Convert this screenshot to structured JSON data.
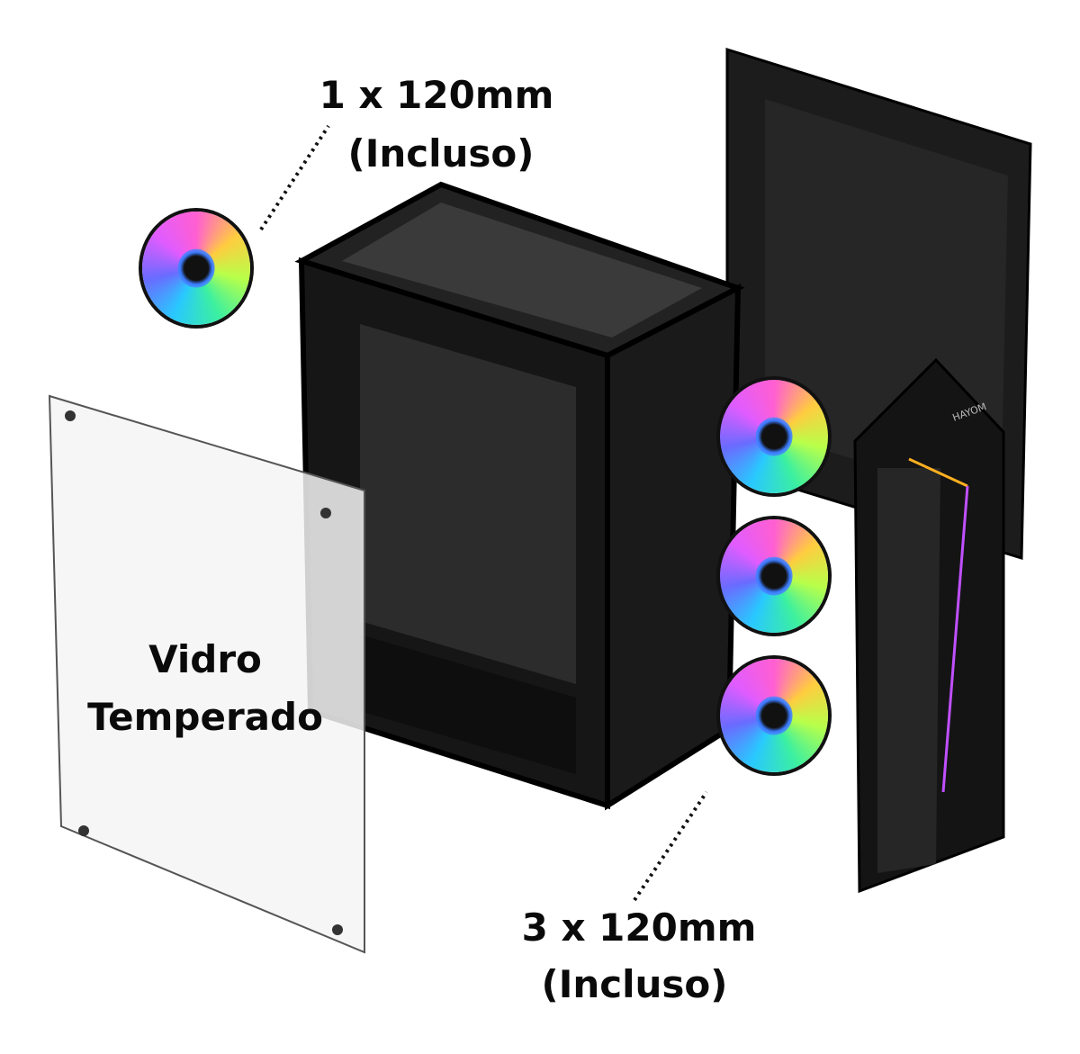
{
  "labels": {
    "top_fan_qty": "1 x 120mm",
    "top_fan_note": "(Incluso)",
    "glass_line1": "Vidro",
    "glass_line2": "Temperado",
    "front_fans_qty": "3 x 120mm",
    "front_fans_note": "(Incluso)"
  },
  "logo": "HAYOM",
  "colors": {
    "case": "#111111",
    "panel": "#1e1e1e",
    "glass": "#f7f7f7"
  }
}
